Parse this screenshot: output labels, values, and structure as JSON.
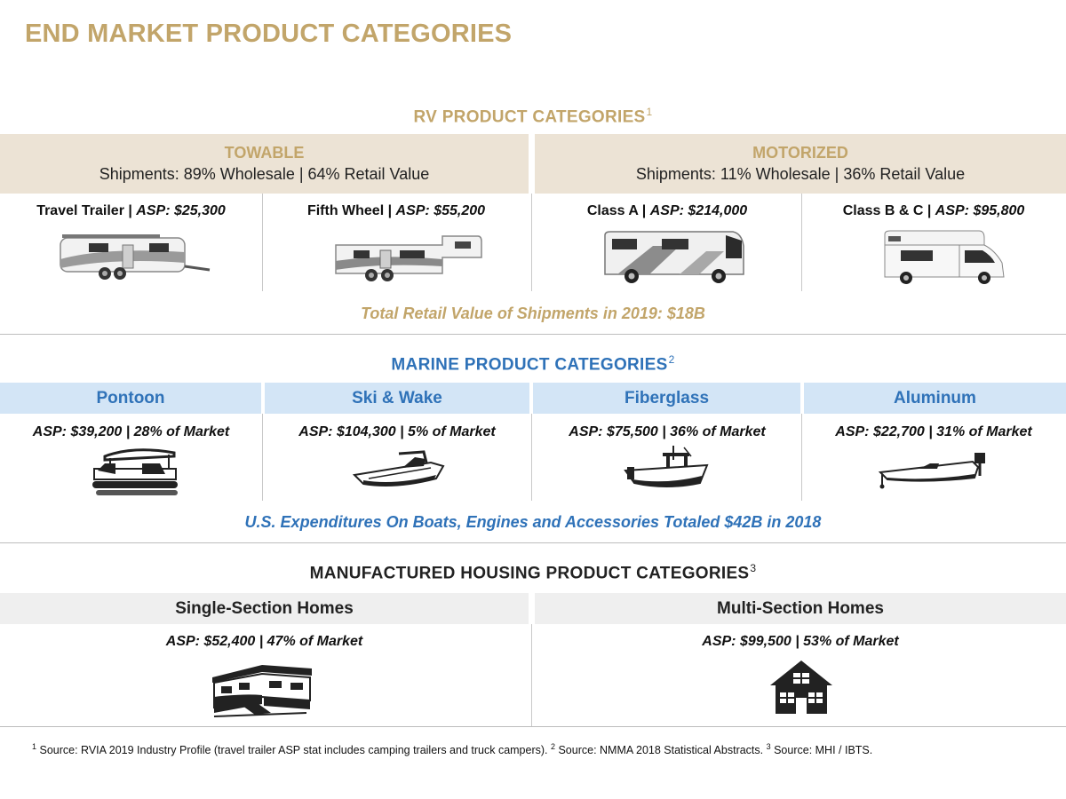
{
  "page_title": "END MARKET PRODUCT CATEGORIES",
  "rv": {
    "title": "RV PRODUCT CATEGORIES",
    "title_sup": "1",
    "groups": [
      {
        "name": "TOWABLE",
        "shipments": "Shipments: 89% Wholesale | 64% Retail Value"
      },
      {
        "name": "MOTORIZED",
        "shipments": "Shipments: 11% Wholesale | 36% Retail Value"
      }
    ],
    "items": [
      {
        "name": "Travel Trailer |",
        "asp": "ASP: $25,300",
        "icon": "travel-trailer-icon"
      },
      {
        "name": "Fifth Wheel |",
        "asp": "ASP: $55,200",
        "icon": "fifth-wheel-icon"
      },
      {
        "name": "Class A |",
        "asp": "ASP: $214,000",
        "icon": "class-a-motorhome-icon"
      },
      {
        "name": "Class B & C |",
        "asp": "ASP: $95,800",
        "icon": "class-c-motorhome-icon"
      }
    ],
    "total": "Total Retail Value of Shipments in 2019: $18B"
  },
  "marine": {
    "title": "MARINE PRODUCT CATEGORIES",
    "title_sup": "2",
    "items": [
      {
        "name": "Pontoon",
        "stat": "ASP: $39,200 | 28% of Market",
        "icon": "pontoon-boat-icon"
      },
      {
        "name": "Ski & Wake",
        "stat": "ASP: $104,300 | 5% of Market",
        "icon": "wake-boat-icon"
      },
      {
        "name": "Fiberglass",
        "stat": "ASP: $75,500 | 36% of Market",
        "icon": "fiberglass-boat-icon"
      },
      {
        "name": "Aluminum",
        "stat": "ASP: $22,700 | 31% of Market",
        "icon": "aluminum-boat-icon"
      }
    ],
    "total": "U.S. Expenditures On Boats, Engines and Accessories Totaled $42B in 2018"
  },
  "housing": {
    "title": "MANUFACTURED HOUSING PRODUCT CATEGORIES",
    "title_sup": "3",
    "items": [
      {
        "name": "Single-Section Homes",
        "stat": "ASP: $52,400 | 47% of Market",
        "icon": "single-section-home-icon"
      },
      {
        "name": "Multi-Section Homes",
        "stat": "ASP: $99,500 | 53% of Market",
        "icon": "multi-section-home-icon"
      }
    ]
  },
  "footnote": {
    "n1": "1",
    "t1": " Source: RVIA 2019 Industry Profile (travel trailer ASP stat includes camping trailers and truck campers). ",
    "n2": "2",
    "t2": " Source: NMMA 2018 Statistical Abstracts. ",
    "n3": "3",
    "t3": " Source: MHI / IBTS."
  },
  "colors": {
    "gold": "#c2a56a",
    "blue": "#2f72b8",
    "rv_band": "#ece3d5",
    "marine_band": "#d3e5f6",
    "housing_band": "#efefef"
  }
}
